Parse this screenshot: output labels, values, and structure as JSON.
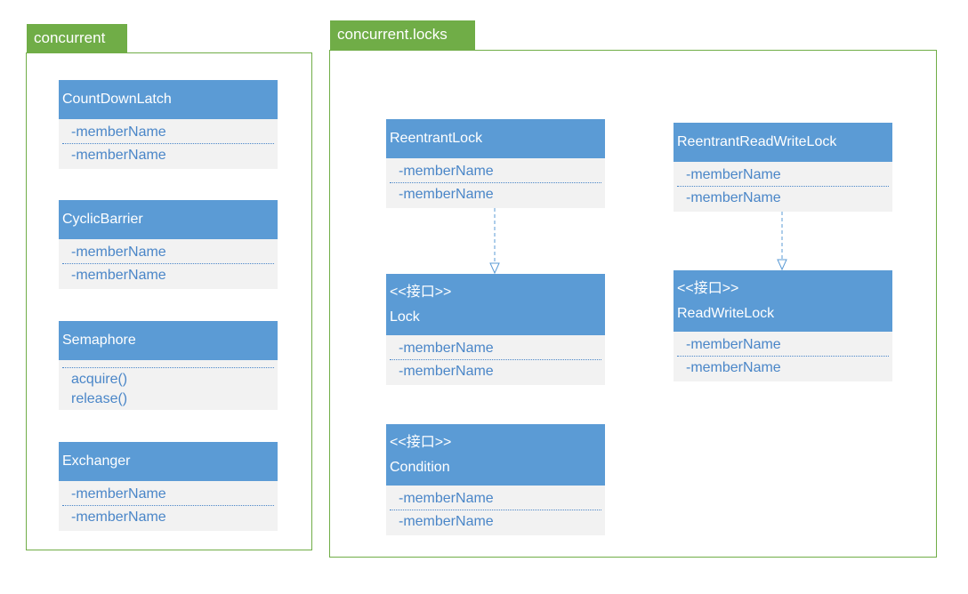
{
  "colors": {
    "package": "#70ad47",
    "class_header": "#5b9bd5",
    "class_body": "#f2f2f2",
    "member_text": "#4a86c8"
  },
  "packages": {
    "concurrent": {
      "name": "concurrent",
      "classes": {
        "countdownlatch": {
          "name": "CountDownLatch",
          "members": [
            "-memberName",
            "-memberName"
          ]
        },
        "cyclicbarrier": {
          "name": "CyclicBarrier",
          "members": [
            "-memberName",
            "-memberName"
          ]
        },
        "semaphore": {
          "name": "Semaphore",
          "methods": [
            "acquire()",
            "release()"
          ]
        },
        "exchanger": {
          "name": "Exchanger",
          "members": [
            "-memberName",
            "-memberName"
          ]
        }
      }
    },
    "locks": {
      "name": "concurrent.locks",
      "classes": {
        "reentrantlock": {
          "name": "ReentrantLock",
          "members": [
            "-memberName",
            "-memberName"
          ]
        },
        "reentrantreadwritelock": {
          "name": "ReentrantReadWriteLock",
          "members": [
            "-memberName",
            "-memberName"
          ]
        },
        "lock": {
          "stereotype": "<<接口>>",
          "name": "Lock",
          "members": [
            "-memberName",
            "-memberName"
          ]
        },
        "readwritelock": {
          "stereotype": "<<接口>>",
          "name": "ReadWriteLock",
          "members": [
            "-memberName",
            "-memberName"
          ]
        },
        "condition": {
          "stereotype": "<<接口>>",
          "name": "Condition",
          "members": [
            "-memberName",
            "-memberName"
          ]
        }
      }
    }
  },
  "relations": [
    {
      "from": "ReentrantLock",
      "to": "Lock",
      "type": "realization"
    },
    {
      "from": "ReentrantReadWriteLock",
      "to": "ReadWriteLock",
      "type": "realization"
    }
  ]
}
